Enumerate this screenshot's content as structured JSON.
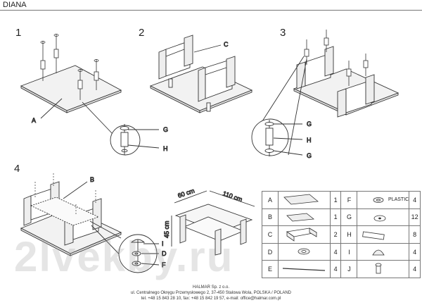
{
  "title": "DIANA",
  "steps": [
    "1",
    "2",
    "3",
    "4"
  ],
  "callouts": {
    "s1": [
      "A",
      "G",
      "H"
    ],
    "s2": [
      "C"
    ],
    "s3": [
      "G",
      "H",
      "G"
    ],
    "s4": [
      "B",
      "I",
      "D",
      "F"
    ]
  },
  "dimensions": {
    "width": "60 cm",
    "length": "110 cm",
    "height": "45 cm"
  },
  "parts": [
    {
      "l1": "A",
      "q1": "1",
      "l2": "F",
      "note": "PLASTIC",
      "q2": "4"
    },
    {
      "l1": "B",
      "q1": "1",
      "l2": "G",
      "note": "",
      "q2": "12"
    },
    {
      "l1": "C",
      "q1": "2",
      "l2": "H",
      "note": "",
      "q2": "8"
    },
    {
      "l1": "D",
      "q1": "4",
      "l2": "I",
      "note": "",
      "q2": "4"
    },
    {
      "l1": "E",
      "q1": "4",
      "l2": "J",
      "note": "",
      "q2": "4"
    }
  ],
  "footer": {
    "company": "HALMAR Sp. z o.o.",
    "address": "ul. Centralnego Okręgu Przemysłowego 2, 37-450 Stalowa Wola, POLSKA / POLAND",
    "contact": "tel. +48 15 843 28 10, fax: +48 15 842 19 57, e-mail: office@halmar.com.pl"
  },
  "watermark": "2lvekby.ru"
}
